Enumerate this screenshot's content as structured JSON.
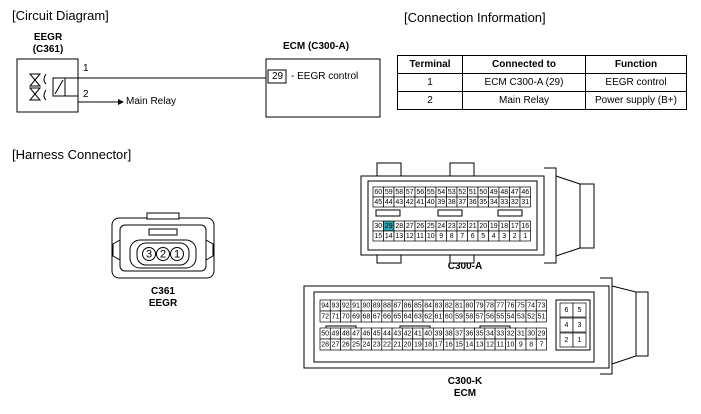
{
  "circuit": {
    "title": "[Circuit Diagram]",
    "component_line1": "EEGR",
    "component_line2": "(C361)",
    "pin1": "1",
    "pin2": "2",
    "main_relay": "Main Relay",
    "ecm_title": "ECM (C300-A)",
    "ecm_pin": "29",
    "ecm_label": "- EEGR control"
  },
  "connection": {
    "title": "[Connection Information]",
    "headers": [
      "Terminal",
      "Connected to",
      "Function"
    ],
    "rows": [
      [
        "1",
        "ECM C300-A (29)",
        "EEGR control"
      ],
      [
        "2",
        "Main Relay",
        "Power supply (B+)"
      ]
    ]
  },
  "harness": {
    "title": "[Harness Connector]",
    "c361_pins": [
      "3",
      "2",
      "1"
    ],
    "c361_label1": "C361",
    "c361_label2": "EEGR",
    "c300a_label": "C300-A",
    "c300k_label1": "C300-K",
    "c300k_label2": "ECM",
    "c300a_rows": [
      [
        "60",
        "59",
        "58",
        "57",
        "56",
        "55",
        "54",
        "53",
        "52",
        "51",
        "50",
        "49",
        "48",
        "47",
        "46"
      ],
      [
        "45",
        "44",
        "43",
        "42",
        "41",
        "40",
        "39",
        "38",
        "37",
        "36",
        "35",
        "34",
        "33",
        "32",
        "31"
      ],
      [
        "30",
        "29",
        "28",
        "27",
        "26",
        "25",
        "24",
        "23",
        "22",
        "21",
        "20",
        "19",
        "18",
        "17",
        "16"
      ],
      [
        "15",
        "14",
        "13",
        "12",
        "11",
        "10",
        "9",
        "8",
        "7",
        "6",
        "5",
        "4",
        "3",
        "2",
        "1"
      ]
    ],
    "c300a_highlight": "29",
    "c300k_rows": [
      [
        "94",
        "93",
        "92",
        "91",
        "90",
        "89",
        "88",
        "87",
        "86",
        "85",
        "84",
        "83",
        "82",
        "81",
        "80",
        "79",
        "78",
        "77",
        "76",
        "75",
        "74",
        "73"
      ],
      [
        "72",
        "71",
        "70",
        "69",
        "68",
        "67",
        "66",
        "65",
        "64",
        "63",
        "62",
        "61",
        "60",
        "59",
        "58",
        "57",
        "56",
        "55",
        "54",
        "53",
        "52",
        "51"
      ],
      [
        "50",
        "49",
        "48",
        "47",
        "46",
        "45",
        "44",
        "43",
        "42",
        "41",
        "40",
        "39",
        "38",
        "37",
        "36",
        "35",
        "34",
        "33",
        "32",
        "31",
        "30",
        "29"
      ],
      [
        "28",
        "27",
        "26",
        "25",
        "24",
        "23",
        "22",
        "21",
        "20",
        "19",
        "18",
        "17",
        "16",
        "15",
        "14",
        "13",
        "12",
        "11",
        "10",
        "9",
        "8",
        "7"
      ]
    ],
    "c300k_side": [
      [
        "6",
        "5"
      ],
      [
        "4",
        "3"
      ],
      [
        "2",
        "1"
      ]
    ]
  },
  "colors": {
    "highlight": "#29a7b3"
  }
}
